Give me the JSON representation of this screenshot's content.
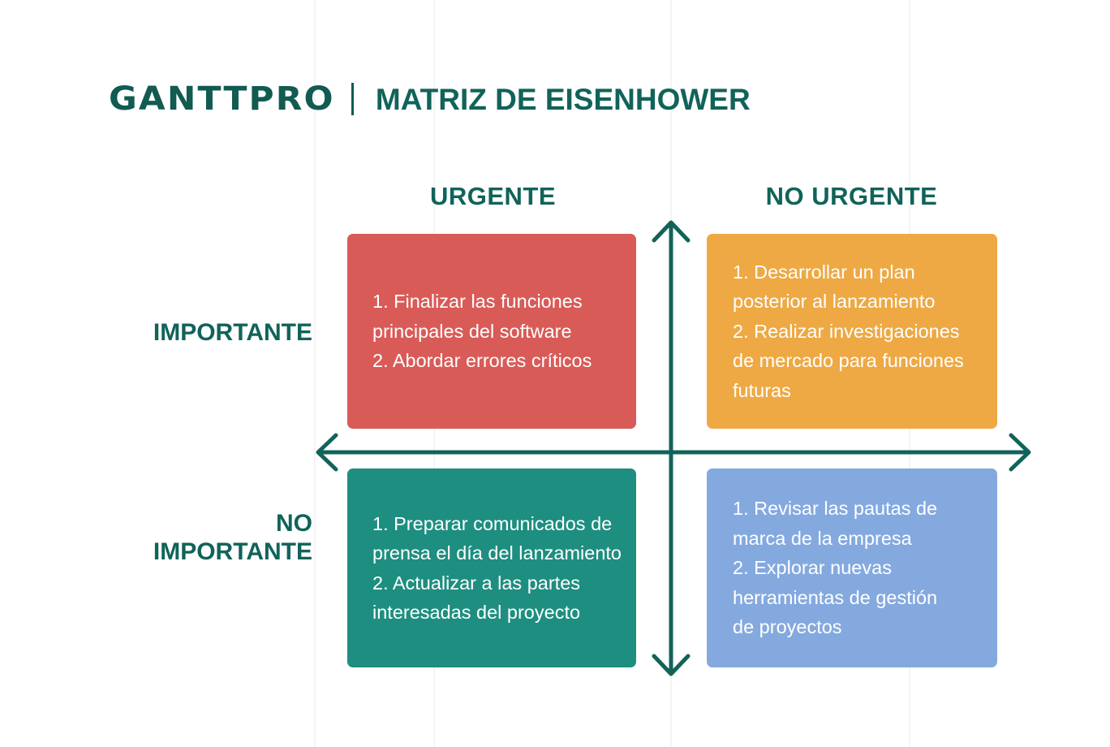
{
  "page": {
    "background": "#ffffff",
    "accent_dark_teal": "#11635A",
    "logo_color": "#115B51"
  },
  "header": {
    "logo_text": "GANTTPRO",
    "divider": "|",
    "title": "MATRIZ DE EISENHOWER"
  },
  "axes": {
    "column_headers": [
      {
        "key": "urgent",
        "label": "URGENTE"
      },
      {
        "key": "no_urgent",
        "label": "NO URGENTE"
      }
    ],
    "row_labels": [
      {
        "key": "important",
        "label": "IMPORTANTE"
      },
      {
        "key": "no_important",
        "label": "NO\nIMPORTANTE"
      }
    ],
    "vertical_arrow": "double-headed-vertical-arrow",
    "horizontal_arrow": "double-headed-horizontal-arrow",
    "axis_color": "#11635A"
  },
  "quadrants": [
    {
      "key": "important_urgent",
      "color": "#D95B57",
      "row": "IMPORTANTE",
      "column": "URGENTE",
      "items": [
        "1. Finalizar las funciones principales del software",
        "2. Abordar errores críticos"
      ],
      "text": "1. Finalizar las funciones\nprincipales del software\n2. Abordar errores críticos"
    },
    {
      "key": "important_not_urgent",
      "color": "#EEA944",
      "row": "IMPORTANTE",
      "column": "NO URGENTE",
      "items": [
        "1. Desarrollar un plan posterior al lanzamiento",
        "2. Realizar investigaciones de mercado para funciones futuras"
      ],
      "text": "1. Desarrollar un plan\nposterior al lanzamiento\n2. Realizar investigaciones\nde mercado para funciones\nfuturas"
    },
    {
      "key": "not_important_urgent",
      "color": "#1E8E80",
      "row": "NO IMPORTANTE",
      "column": "URGENTE",
      "items": [
        "1. Preparar comunicados de prensa el día del lanzamiento",
        "2. Actualizar a las partes interesadas del proyecto"
      ],
      "text": "1. Preparar comunicados de\nprensa el día del lanzamiento\n2. Actualizar a las partes\ninteresadas del proyecto"
    },
    {
      "key": "not_important_not_urgent",
      "color": "#84A9DF",
      "row": "NO IMPORTANTE",
      "column": "NO URGENTE",
      "items": [
        "1. Revisar las pautas de marca de la empresa",
        "2. Explorar nuevas herramientas de gestión de proyectos"
      ],
      "text": "1. Revisar las pautas de\nmarca de la empresa\n2. Explorar nuevas\nherramientas de gestión\nde proyectos"
    }
  ]
}
